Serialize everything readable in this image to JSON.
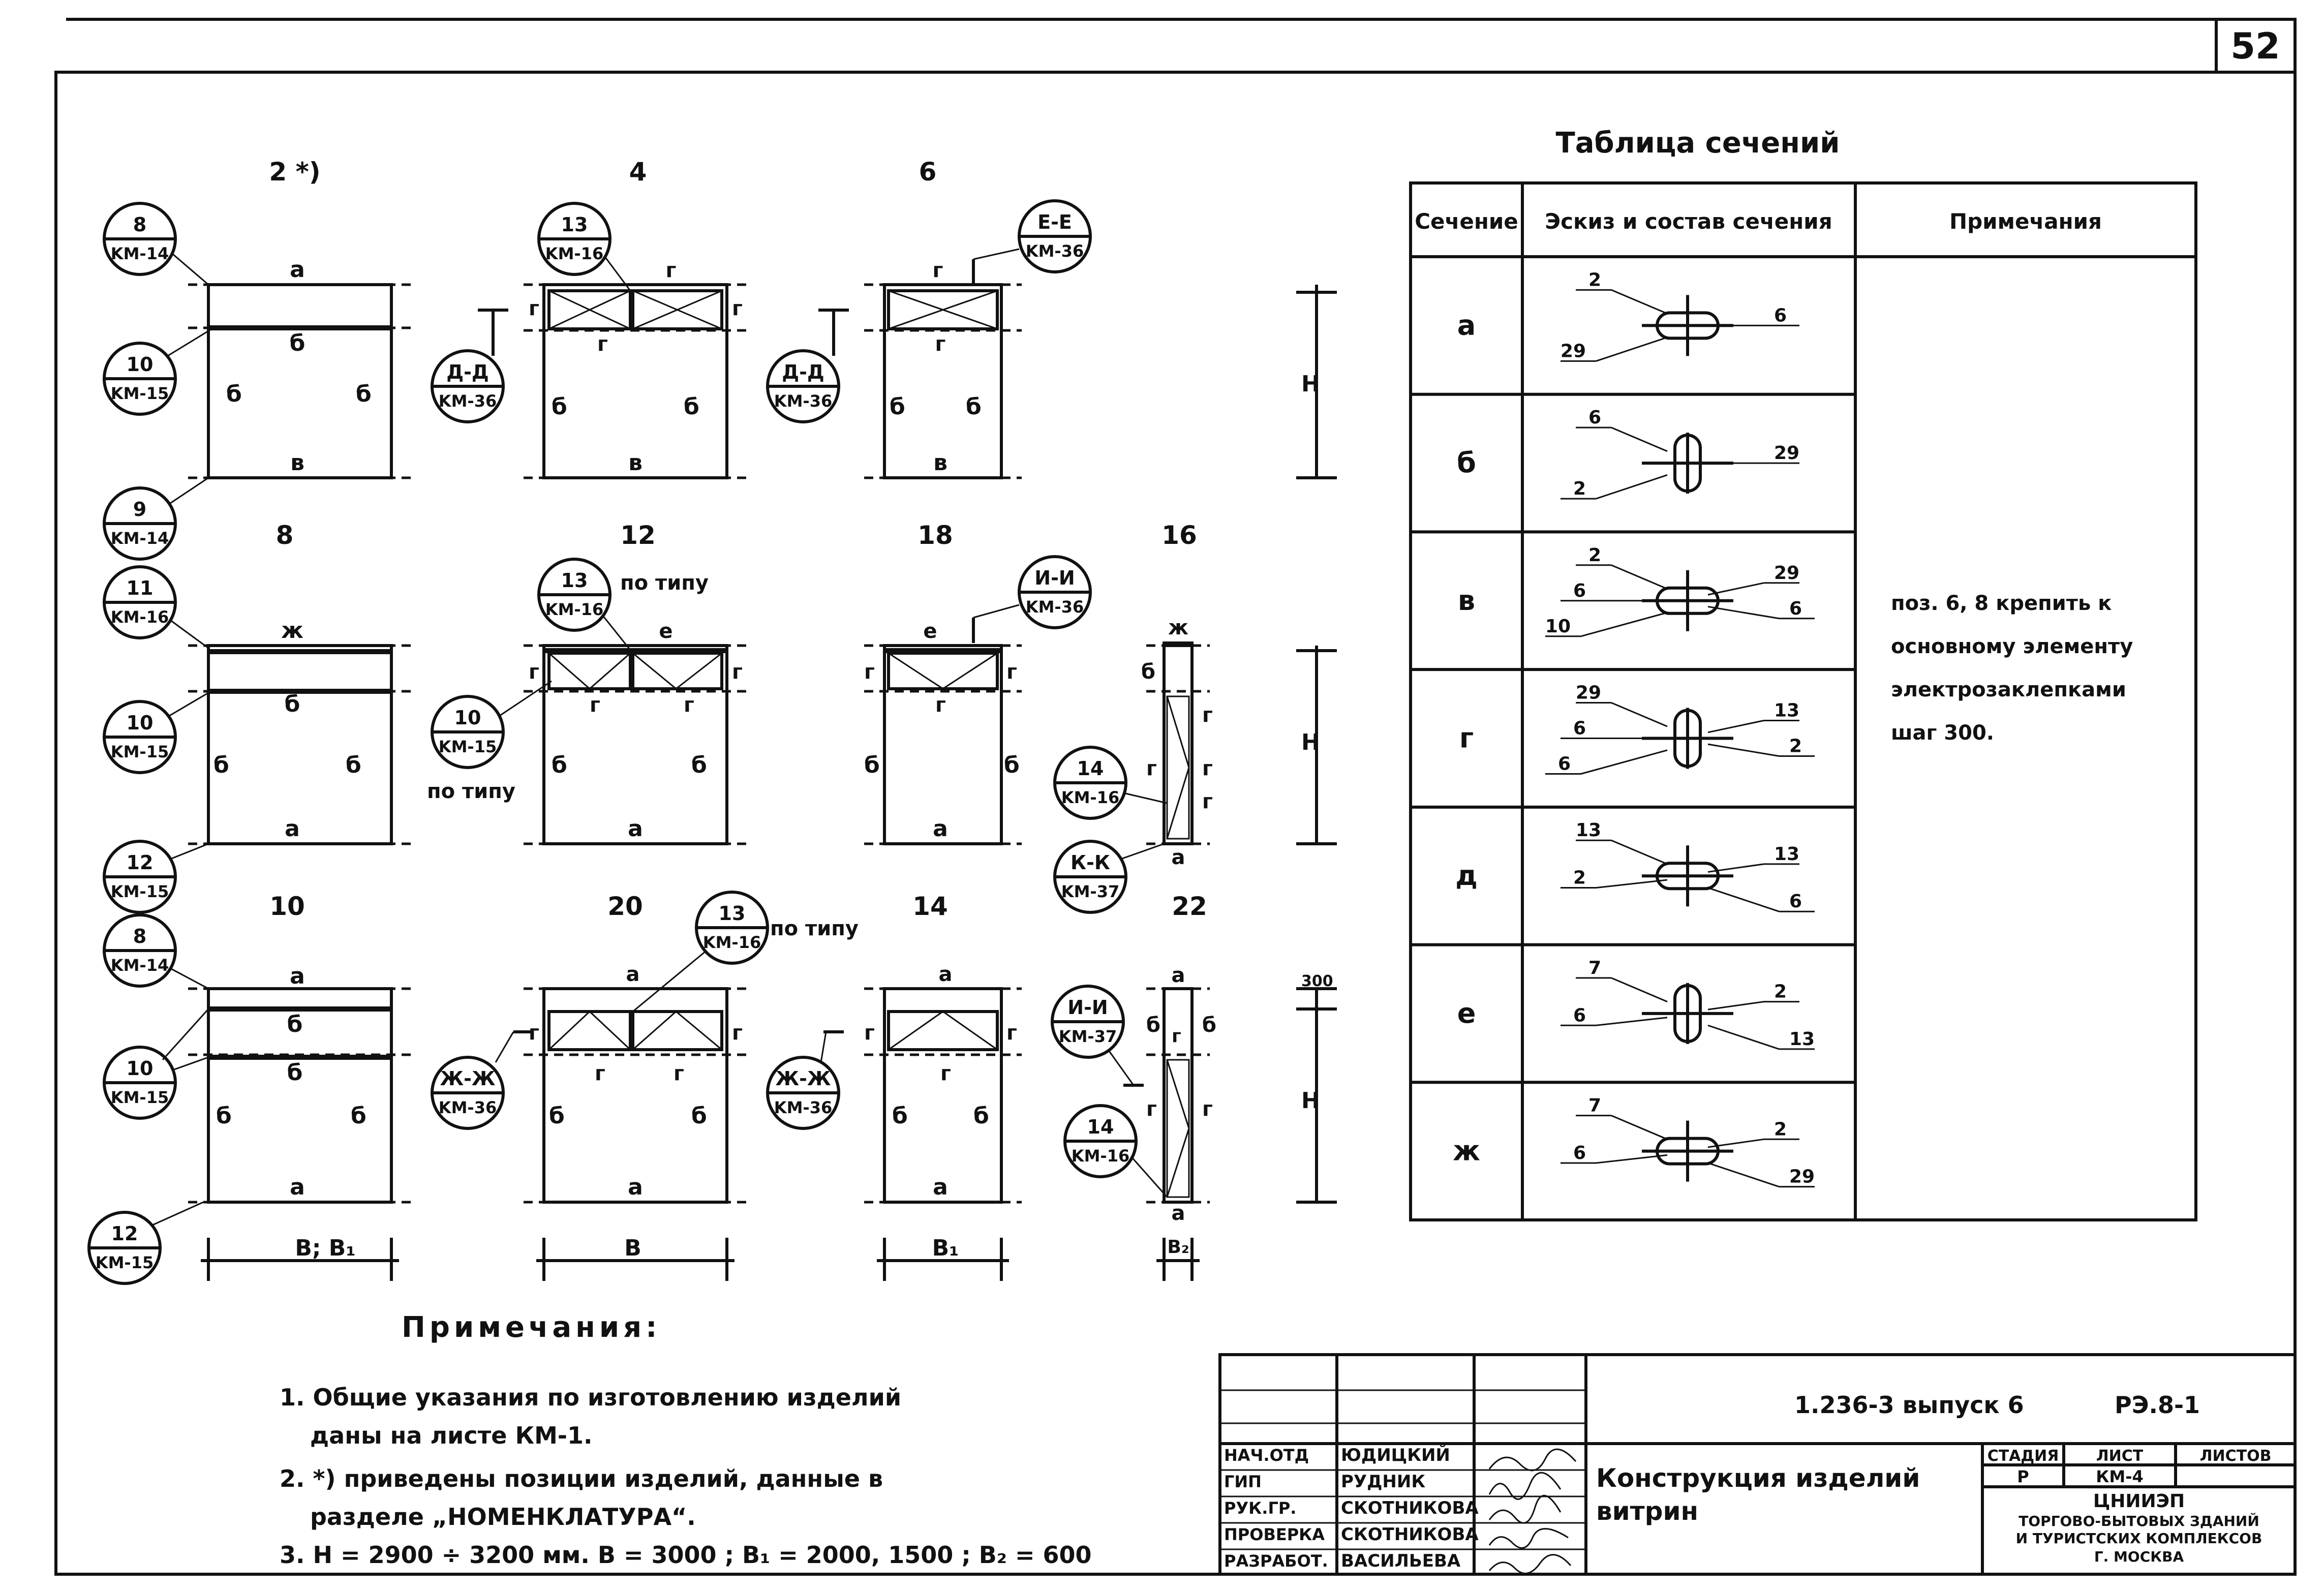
{
  "page_number": "52",
  "panels": [
    {
      "id": "2",
      "title": "2 *)",
      "refs": [
        {
          "num": "8",
          "sheet": "KM-14"
        },
        {
          "num": "10",
          "sheet": "KM-15"
        },
        {
          "num": "9",
          "sheet": "KM-14"
        }
      ],
      "top": "а",
      "mid": "б",
      "left": "б",
      "right": "б",
      "bottom": "в"
    },
    {
      "id": "4",
      "title": "4",
      "refs": [
        {
          "num": "13",
          "sheet": "KM-16"
        },
        {
          "num": "Д-Д",
          "sheet": "KM-36"
        }
      ],
      "top": "г",
      "mid": "г",
      "left": "б",
      "right": "б",
      "bottom": "в"
    },
    {
      "id": "6",
      "title": "6",
      "refs": [
        {
          "num": "Е-Е",
          "sheet": "KM-36"
        },
        {
          "num": "Д-Д",
          "sheet": "KM-36"
        }
      ],
      "top": "г",
      "mid": "г",
      "left": "б",
      "right": "б",
      "bottom": "в"
    },
    {
      "id": "8",
      "title": "8",
      "refs": [
        {
          "num": "11",
          "sheet": "KM-16"
        },
        {
          "num": "10",
          "sheet": "KM-15"
        },
        {
          "num": "12",
          "sheet": "KM-15"
        }
      ],
      "top": "ж",
      "mid": "б",
      "left": "б",
      "right": "б",
      "bottom": "а"
    },
    {
      "id": "12",
      "title": "12",
      "refs": [
        {
          "num": "13",
          "sheet": "KM-16"
        },
        {
          "num": "10",
          "sheet": "KM-15"
        }
      ],
      "top": "е",
      "mid": "г",
      "left": "б",
      "right": "б",
      "bottom": "а"
    },
    {
      "id": "18",
      "title": "18",
      "refs": [
        {
          "num": "И-И",
          "sheet": "KM-36"
        }
      ],
      "top": "е",
      "mid": "г",
      "left": "б",
      "right": "б",
      "bottom": "а"
    },
    {
      "id": "16",
      "title": "16",
      "refs": [
        {
          "num": "14",
          "sheet": "KM-16"
        },
        {
          "num": "К-К",
          "sheet": "KM-37"
        }
      ],
      "top": "ж",
      "mid": "г",
      "left": "б",
      "right": "г",
      "bottom": "а"
    },
    {
      "id": "10",
      "title": "10",
      "refs": [
        {
          "num": "8",
          "sheet": "KM-14"
        },
        {
          "num": "10",
          "sheet": "KM-15"
        },
        {
          "num": "12",
          "sheet": "KM-15"
        }
      ],
      "top": "а",
      "mid": "б",
      "left": "б",
      "right": "б",
      "bottom": "а"
    },
    {
      "id": "20",
      "title": "20",
      "refs": [
        {
          "num": "13",
          "sheet": "KM-16"
        },
        {
          "num": "Ж-Ж",
          "sheet": "KM-36"
        }
      ],
      "top": "а",
      "mid": "г",
      "left": "б",
      "right": "б",
      "bottom": "а"
    },
    {
      "id": "14",
      "title": "14",
      "refs": [
        {
          "num": "Ж-Ж",
          "sheet": "KM-36"
        }
      ],
      "top": "а",
      "mid": "г",
      "left": "б",
      "right": "б",
      "bottom": "а"
    },
    {
      "id": "22",
      "title": "22",
      "refs": [
        {
          "num": "И-И",
          "sheet": "KM-37"
        },
        {
          "num": "14",
          "sheet": "KM-16"
        }
      ],
      "top": "а",
      "mid": "г",
      "left": "б",
      "right": "б",
      "bottom": "а"
    }
  ],
  "labels": {
    "po_tipu": "по типу",
    "height": "Н",
    "height_top": "300",
    "dim_b_b1": "В; В₁",
    "dim_b": "В",
    "dim_b1": "В₁",
    "dim_b2": "В₂"
  },
  "section_table": {
    "title": "Таблица сечений",
    "headers": [
      "Сечение",
      "Эскиз и состав сечения",
      "Примечания"
    ],
    "rows": [
      {
        "section": "а",
        "items": [
          "2",
          "6",
          "29"
        ]
      },
      {
        "section": "б",
        "items": [
          "6",
          "29",
          "2"
        ]
      },
      {
        "section": "в",
        "items": [
          "2",
          "29",
          "6",
          "6",
          "10"
        ]
      },
      {
        "section": "г",
        "items": [
          "29",
          "13",
          "6",
          "2",
          "6"
        ]
      },
      {
        "section": "д",
        "items": [
          "13",
          "13",
          "2",
          "6"
        ]
      },
      {
        "section": "е",
        "items": [
          "7",
          "2",
          "6",
          "13"
        ]
      },
      {
        "section": "ж",
        "items": [
          "7",
          "2",
          "6",
          "29"
        ]
      }
    ],
    "note_lines": [
      "поз. 6, 8 крепить к",
      "основному элементу",
      "электрозаклепками",
      "шаг 300."
    ]
  },
  "notes": {
    "title": "Примечания:",
    "items": [
      "1. Общие указания по изготовлению изделий",
      "даны на листе КМ-1.",
      "2. *) приведены позиции изделий, данные в",
      "разделе „НОМЕНКЛАТУРА“.",
      "3. Н = 2900 ÷ 3200 мм.   В = 3000 ; В₁ = 2000, 1500 ; В₂ = 600"
    ]
  },
  "title_block": {
    "doc_code": "1.236-3 выпуск 6",
    "mark": "РЭ.8-1",
    "roles": [
      {
        "role": "НАЧ.ОТД",
        "name": "ЮДИЦКИЙ"
      },
      {
        "role": "ГИП",
        "name": "РУДНИК"
      },
      {
        "role": "РУК.ГР.",
        "name": "СКОТНИКОВА"
      },
      {
        "role": "ПРОВЕРКА",
        "name": "СКОТНИКОВА"
      },
      {
        "role": "РАЗРАБОТ.",
        "name": "ВАСИЛЬЕВА"
      }
    ],
    "description_line1": "Конструкция изделий",
    "description_line2": "витрин",
    "stage_header": "СТАДИЯ",
    "sheet_header": "ЛИСТ",
    "sheets_header": "ЛИСТОВ",
    "stage": "Р",
    "sheet": "КМ-4",
    "org_line1": "ЦНИИЭП",
    "org_line2": "ТОРГОВО-БЫТОВЫХ ЗДАНИЙ",
    "org_line3": "И ТУРИСТСКИХ КОМПЛЕКСОВ",
    "org_line4": "Г. МОСКВА"
  }
}
